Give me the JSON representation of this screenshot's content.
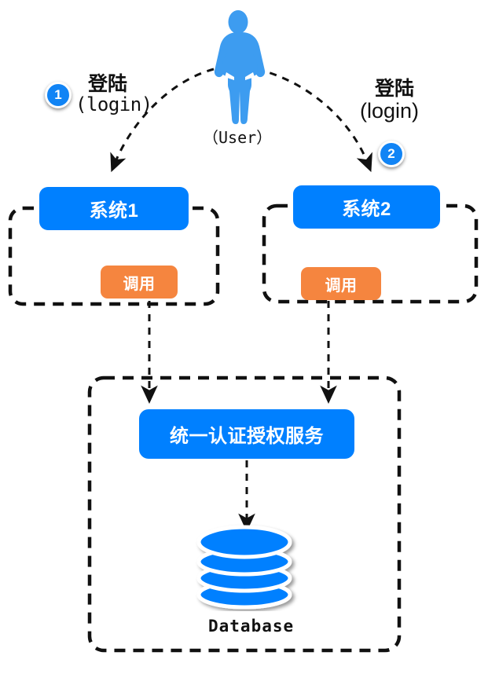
{
  "diagram": {
    "title_text": "",
    "colors": {
      "brand_blue": "#0080FF",
      "person_blue": "#3D9CF0",
      "orange": "#F5853F",
      "badge_blue": "#1184F5",
      "dash_black": "#111111",
      "background": "#FFFFFF"
    },
    "actor": {
      "name": "user-actor",
      "caption": "（User）",
      "icon": "person-icon"
    },
    "flows": [
      {
        "badge": "1",
        "label_cn": "登陆",
        "label_en": "(login)",
        "target": "系统1"
      },
      {
        "badge": "2",
        "label_cn": "登陆",
        "label_en": "(login)",
        "target": "系统2"
      }
    ],
    "systems": [
      {
        "title": "系统1",
        "action": "调用"
      },
      {
        "title": "系统2",
        "action": "调用"
      }
    ],
    "service": {
      "title": "统一认证授权服务"
    },
    "database": {
      "label": "Database",
      "icon": "database-cylinder-icon",
      "layers": 4
    }
  }
}
